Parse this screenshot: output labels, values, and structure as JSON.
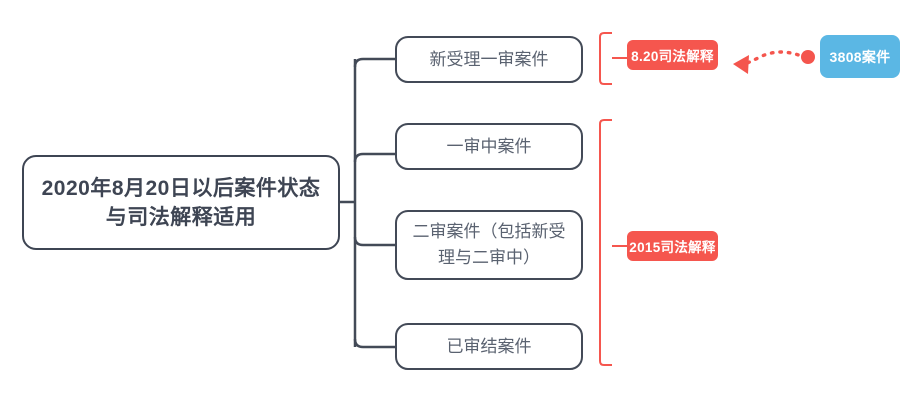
{
  "diagram": {
    "type": "mindmap",
    "background": "#ffffff",
    "colors": {
      "line": "#434a57",
      "root_text": "#3e4553",
      "node_text": "#5a6270",
      "accent_red": "#f5564e",
      "accent_blue": "#5bb7e4",
      "arrow": "#f4554d"
    },
    "root": {
      "label": "2020年8月20日以后案件状态与司法解释适用"
    },
    "nodes": [
      {
        "label": "新受理一审案件"
      },
      {
        "label": "一审中案件"
      },
      {
        "label": "二审案件（包括新受理与二审中）"
      },
      {
        "label": "已审结案件"
      }
    ],
    "groups": [
      {
        "label": "8.20司法解释",
        "covers": [
          "新受理一审案件"
        ]
      },
      {
        "label": "2015司法解释",
        "covers": [
          "一审中案件",
          "二审案件（包括新受理与二审中）",
          "已审结案件"
        ]
      }
    ],
    "callout": {
      "label": "3808案件",
      "points_to": "8.20司法解释"
    }
  }
}
